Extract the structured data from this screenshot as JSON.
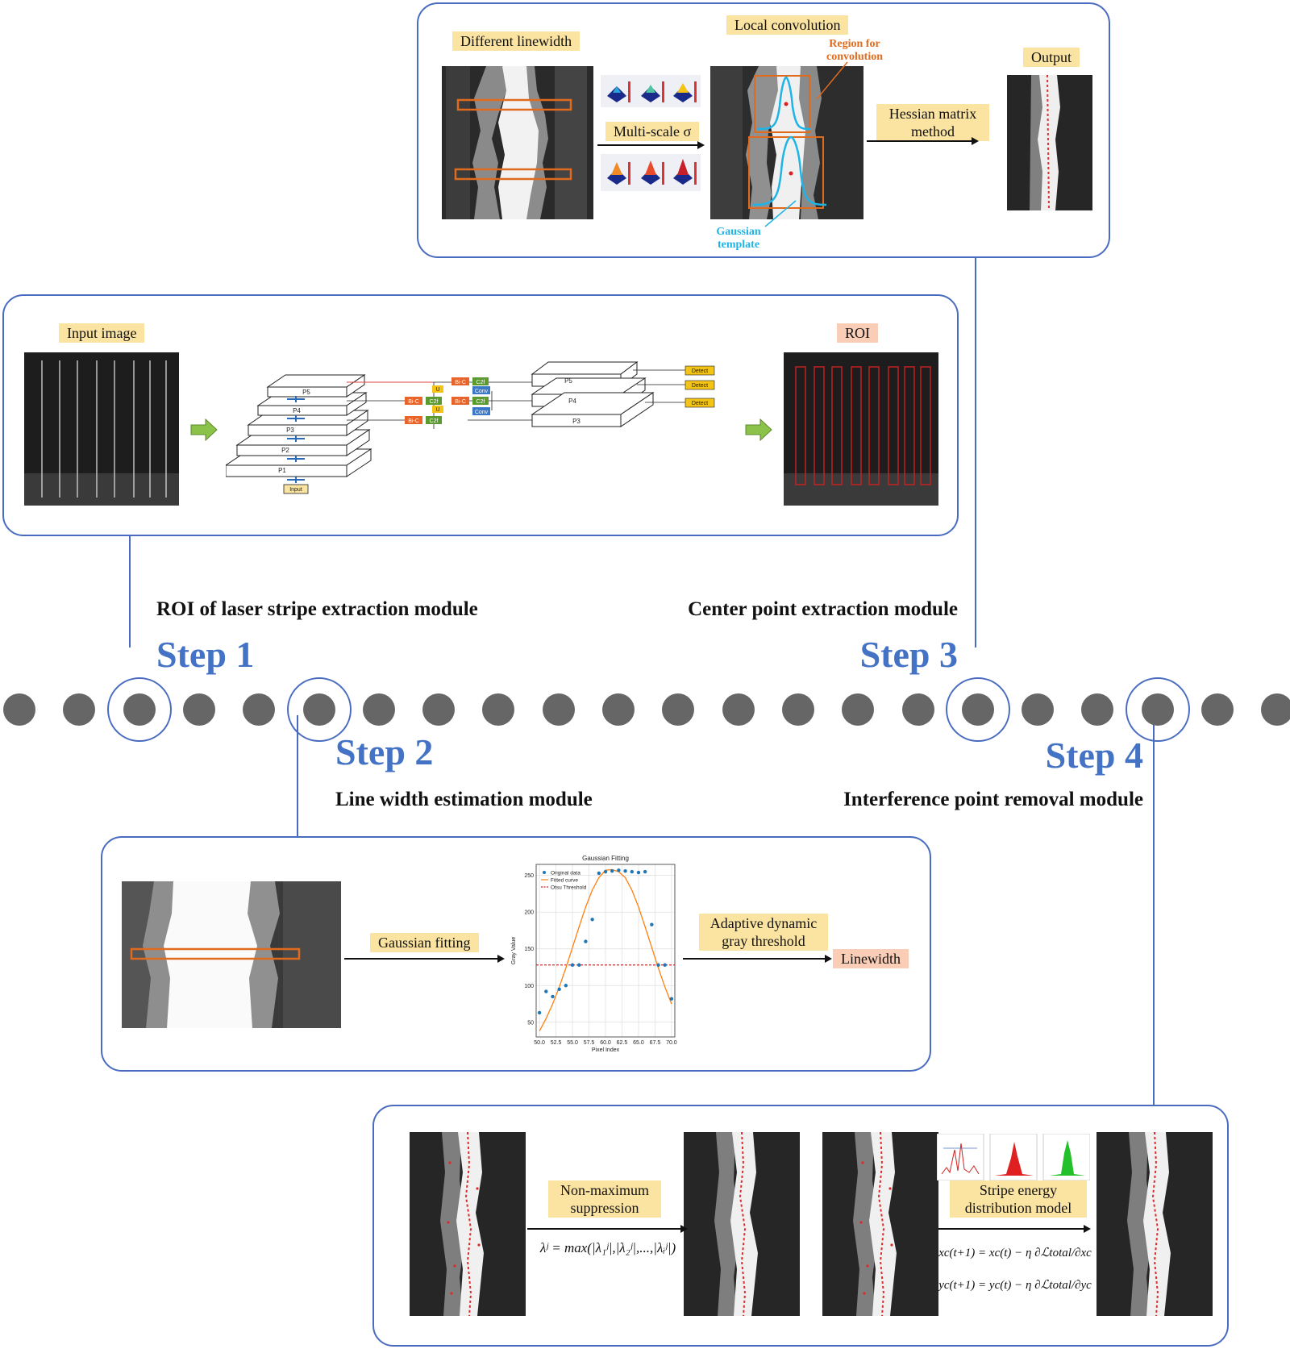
{
  "steps": {
    "step1": {
      "label": "Step 1",
      "module": "ROI of laser stripe extraction module"
    },
    "step2": {
      "label": "Step 2",
      "module": "Line width estimation module"
    },
    "step3": {
      "label": "Step 3",
      "module": "Center point extraction module"
    },
    "step4": {
      "label": "Step 4",
      "module": "Interference point removal module"
    }
  },
  "panel_roi": {
    "input_label": "Input image",
    "roi_label": "ROI",
    "network": {
      "pyramid": [
        "P5",
        "P4",
        "P3",
        "P2",
        "P1"
      ],
      "input": "Input",
      "outputs": [
        "P5",
        "P4",
        "P3"
      ],
      "blocks": [
        "Bi-C",
        "C2f",
        "Conv",
        "U"
      ],
      "detect": "Detect"
    }
  },
  "panel_center": {
    "linewidth_label": "Different linewidth",
    "multiscale_label": "Multi-scale σ",
    "local_conv_label": "Local convolution",
    "region_label": "Region for convolution",
    "gaussian_template_label": "Gaussian template",
    "hessian_label": "Hessian matrix method",
    "output_label": "Output"
  },
  "panel_width": {
    "gaussian_fitting_label": "Gaussian fitting",
    "adaptive_label": "Adaptive dynamic gray threshold",
    "linewidth_label": "Linewidth"
  },
  "panel_interference": {
    "nms_label": "Non-maximum suppression",
    "nms_formula": "λʲ = max(|λ₁ʲ|,|λ₂ʲ|,...,|λᵢʲ|)",
    "stripe_label": "Stripe energy distribution model",
    "formula_x": "xc(t+1) = xc(t) − η ∂ℒtotal/∂xc",
    "formula_y": "yc(t+1) = yc(t) − η ∂ℒtotal/∂yc"
  },
  "chart_data": {
    "type": "scatter",
    "title": "Gaussian Fitting",
    "xlabel": "Pixel Index",
    "ylabel": "Gray Value",
    "xlim": [
      49.5,
      70.5
    ],
    "ylim": [
      30,
      265
    ],
    "x_ticks": [
      "50.0",
      "52.5",
      "55.0",
      "57.5",
      "60.0",
      "62.5",
      "65.0",
      "67.5",
      "70.0"
    ],
    "y_ticks": [
      "50",
      "100",
      "150",
      "200",
      "250"
    ],
    "legend": [
      "Original data",
      "Fitted curve",
      "Otsu Threshold"
    ],
    "legend_position": "top-left",
    "grid": true,
    "threshold": 128,
    "series": [
      {
        "name": "Original data",
        "x": [
          50,
          51,
          52,
          53,
          54,
          55,
          56,
          57,
          58,
          59,
          60,
          61,
          62,
          63,
          64,
          65,
          66,
          67,
          68,
          69,
          70
        ],
        "y": [
          63,
          92,
          85,
          95,
          100,
          128,
          128,
          160,
          190,
          253,
          255,
          256,
          257,
          256,
          255,
          254,
          255,
          183,
          128,
          128,
          82
        ]
      },
      {
        "name": "Fitted curve",
        "x": [
          50,
          51,
          52,
          53,
          54,
          55,
          56,
          57,
          58,
          59,
          60,
          61,
          62,
          63,
          64,
          65,
          66,
          67,
          68,
          69,
          70
        ],
        "y": [
          38,
          55,
          75,
          98,
          124,
          152,
          180,
          207,
          230,
          247,
          257,
          258,
          255,
          247,
          230,
          207,
          180,
          152,
          124,
          98,
          75
        ]
      }
    ],
    "colors": {
      "data": "#1f77b4",
      "fit": "#ff7f0e",
      "threshold": "#d62728"
    }
  }
}
